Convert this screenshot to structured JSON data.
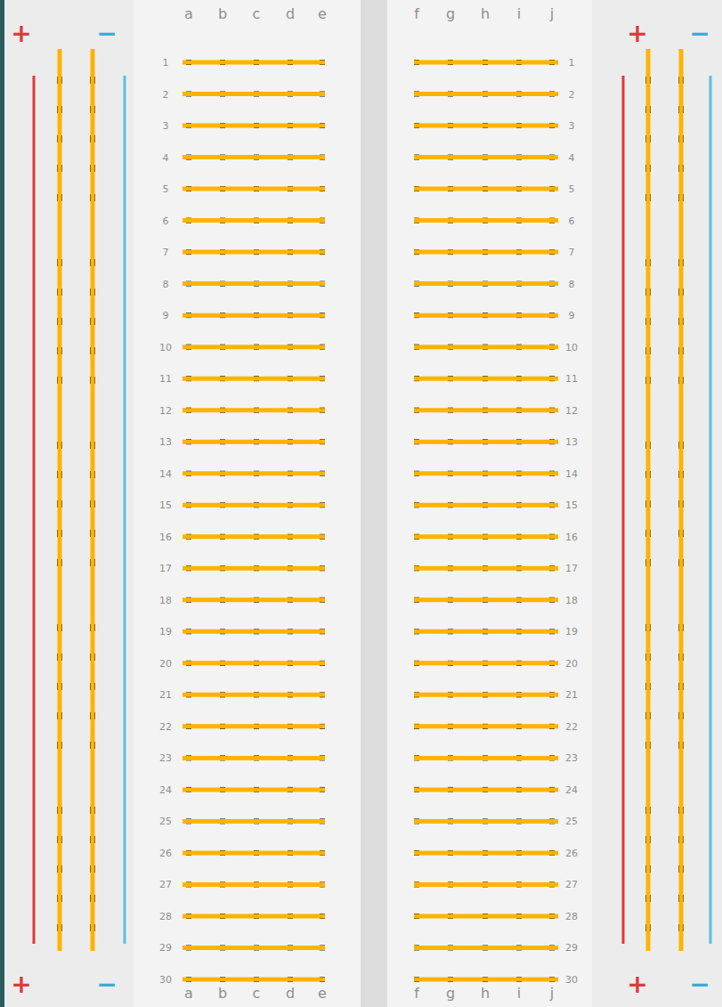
{
  "diagram": {
    "labels": [
      "+",
      "−",
      "a",
      "b",
      "c",
      "d",
      "e",
      "f",
      "g",
      "h",
      "i",
      "j",
      "+",
      "−",
      "1",
      "2",
      "3",
      "4",
      "5",
      "6",
      "7",
      "8",
      "9",
      "10",
      "11",
      "12",
      "13",
      "14",
      "15",
      "16",
      "17",
      "18",
      "19",
      "20",
      "21",
      "22",
      "23",
      "24",
      "25",
      "26",
      "27",
      "28",
      "29",
      "30",
      "1",
      "2",
      "3",
      "4",
      "5",
      "6",
      "7",
      "8",
      "9",
      "10",
      "11",
      "12",
      "13",
      "14",
      "15",
      "16",
      "17",
      "18",
      "19",
      "20",
      "21",
      "22",
      "23",
      "24",
      "25",
      "26",
      "27",
      "28",
      "29",
      "30",
      "+",
      "−",
      "a",
      "b",
      "c",
      "d",
      "e",
      "f",
      "g",
      "h",
      "i",
      "j",
      "+",
      "−"
    ]
  }
}
